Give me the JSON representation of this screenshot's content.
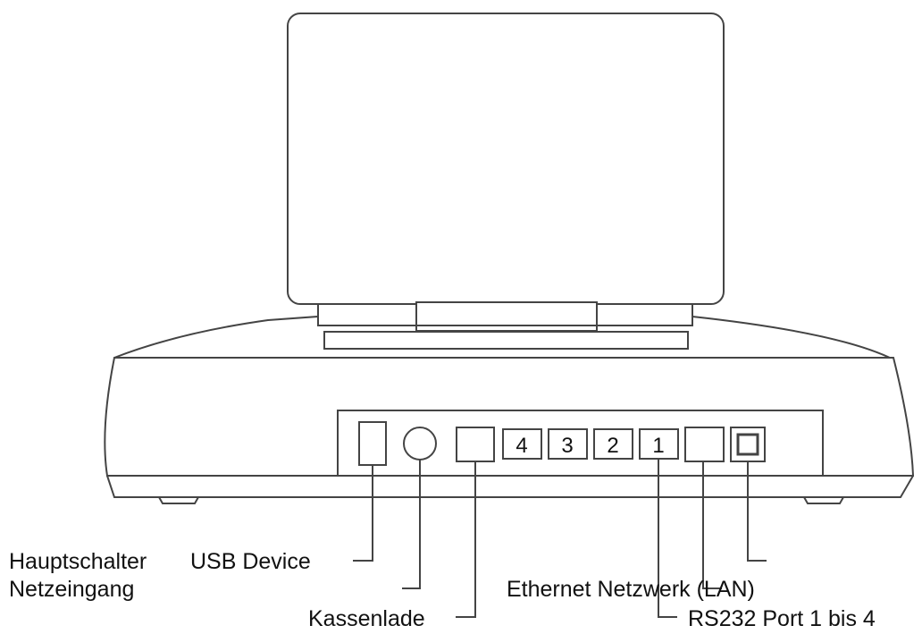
{
  "port_numbers": [
    "4",
    "3",
    "2",
    "1"
  ],
  "labels": {
    "hauptschalter": "Hauptschalter",
    "netzeingang": "Netzeingang",
    "usb_device": "USB Device",
    "kassenlade": "Kassenlade",
    "ethernet": "Ethernet Netzwerk (LAN)",
    "rs232": "RS232 Port 1 bis 4"
  },
  "colors": {
    "line": "#444444",
    "device_fill": "#ffffff",
    "text": "#111111"
  }
}
